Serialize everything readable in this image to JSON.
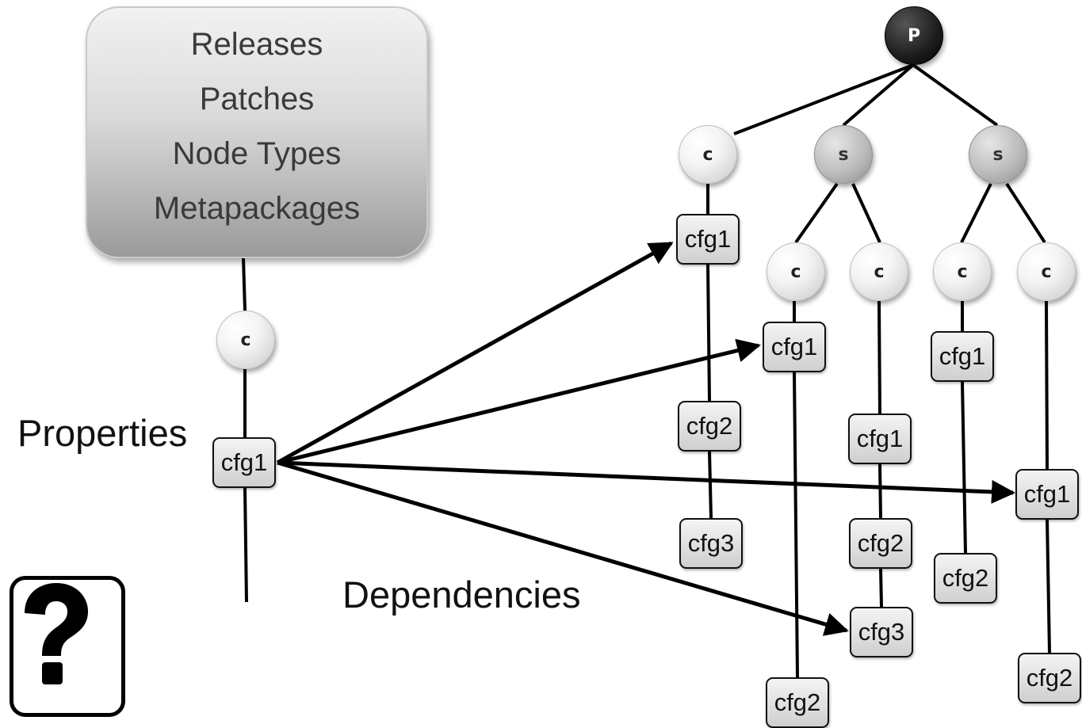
{
  "legend_box": {
    "lines": [
      "Releases",
      "Patches",
      "Node Types",
      "Metapackages"
    ]
  },
  "labels": {
    "properties": "Properties",
    "dependencies": "Dependencies"
  },
  "nodes": {
    "left_c": "c",
    "p": "P",
    "c1": "c",
    "s1": "s",
    "s2": "s",
    "c2": "c",
    "c3": "c",
    "c4": "c",
    "c5": "c"
  },
  "cfgs": {
    "left_cfg1": "cfg1",
    "c1_cfg1": "cfg1",
    "c1_cfg2": "cfg2",
    "c1_cfg3": "cfg3",
    "c2_cfg1": "cfg1",
    "c2_cfg2": "cfg2",
    "c3_cfg1": "cfg1",
    "c3_cfg2": "cfg2",
    "c3_cfg3": "cfg3",
    "c4_cfg1": "cfg1",
    "c4_cfg2": "cfg2",
    "c5_cfg1": "cfg1",
    "c5_cfg2": "cfg2"
  },
  "icons": {
    "help": "question-mark-icon"
  },
  "colors": {
    "line": "#000000",
    "s_node": "#b5b5b5",
    "p_node": "#1c1c1c"
  }
}
